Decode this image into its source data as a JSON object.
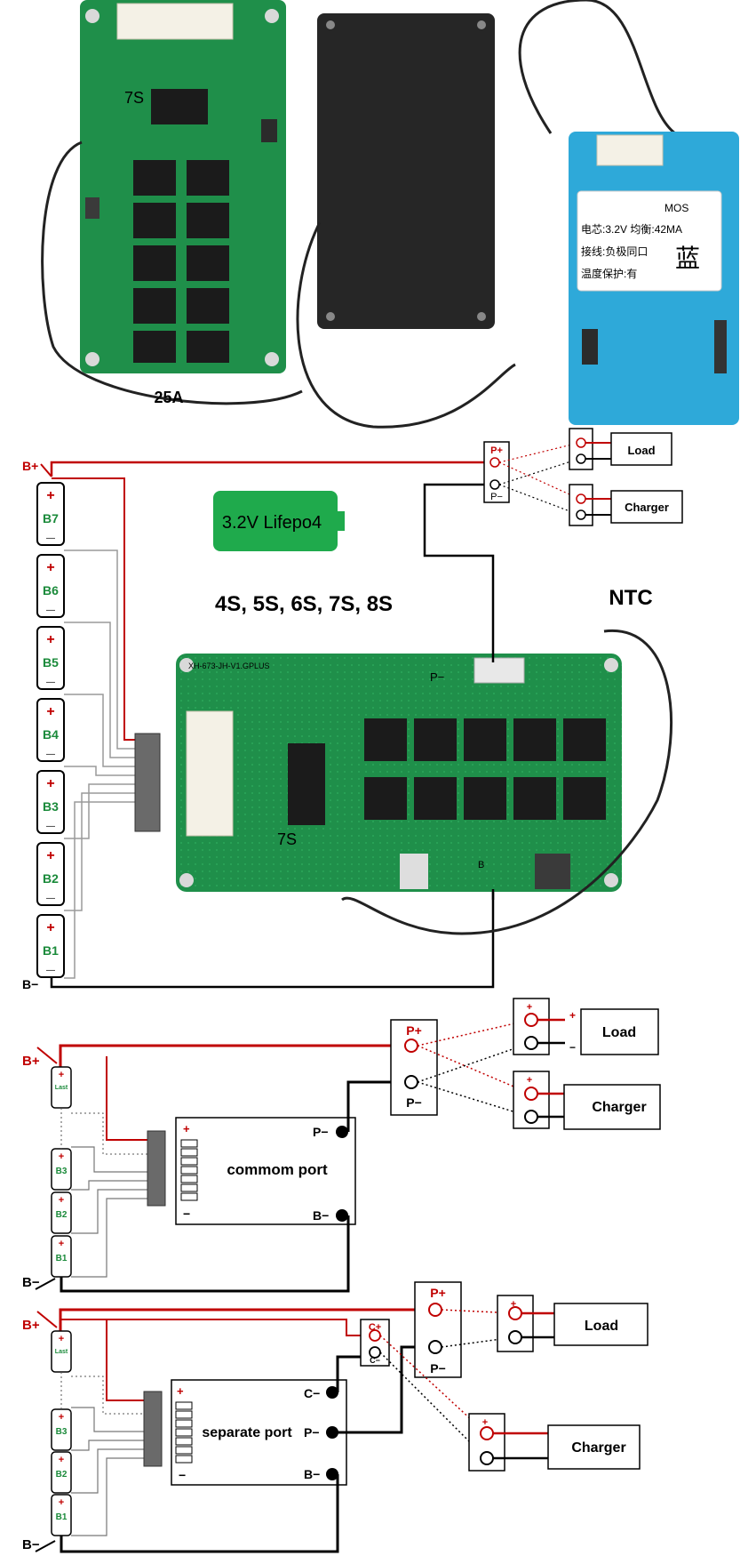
{
  "photos": {
    "board_25a_label": "25A",
    "board_25a_silk": "7S",
    "blue_board": {
      "mos": "MOS",
      "line1": "电芯:3.2V 均衡:42MA",
      "line2": "接线:负极同口",
      "badge": "蓝",
      "line3": "温度保护:有"
    }
  },
  "diagram1": {
    "b_plus": "B+",
    "b_minus": "B−",
    "cells": [
      "B7",
      "B6",
      "B5",
      "B4",
      "B3",
      "B2",
      "B1"
    ],
    "cell_plus": "+",
    "cell_minus": "—",
    "badge_label": "3.2V Lifepo4",
    "series_label": "4S, 5S, 6S, 7S, 8S",
    "ntc_label": "NTC",
    "p_plus": "P+",
    "p_minus": "P−",
    "load": "Load",
    "charger": "Charger",
    "board_silk_model": "XH-673-JH-V1.GPLUS",
    "board_silk_7s": "7S",
    "board_silk_p": "P−",
    "board_silk_b": "B"
  },
  "diagram2": {
    "b_plus": "B+",
    "b_minus": "B−",
    "cells": [
      "Last",
      "B3",
      "B2",
      "B1"
    ],
    "board_label": "commom port",
    "p_minus_port": "P−",
    "b_minus_port": "B−",
    "board_plus": "+",
    "board_minus": "−",
    "p_plus": "P+",
    "p_minus": "P−",
    "load": "Load",
    "charger": "Charger",
    "term_plus": "+",
    "term_minus": "−"
  },
  "diagram3": {
    "b_plus": "B+",
    "b_minus": "B−",
    "cells": [
      "Last",
      "B3",
      "B2",
      "B1"
    ],
    "board_label": "separate port",
    "c_minus_port": "C−",
    "p_minus_port": "P−",
    "b_minus_port": "B−",
    "board_plus": "+",
    "board_minus": "−",
    "c_plus": "C+",
    "c_minus": "C−",
    "p_plus": "P+",
    "p_minus": "P−",
    "load": "Load",
    "charger": "Charger",
    "term_plus": "+",
    "term_minus": "−"
  },
  "colors": {
    "pcb_green": "#1f8f4a",
    "pcb_blue": "#2ea9d9",
    "wire_red": "#c00000",
    "badge_green": "#1faa4c"
  }
}
